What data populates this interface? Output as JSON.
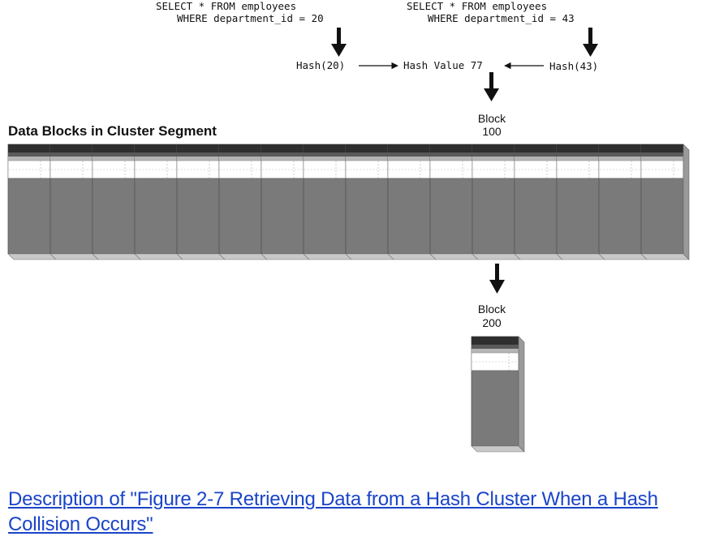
{
  "query_left": {
    "line1": "SELECT * FROM employees",
    "line2": "WHERE department_id = 20"
  },
  "query_right": {
    "line1": "SELECT * FROM employees",
    "line2": "WHERE department_id = 43"
  },
  "hash_left": "Hash(20)",
  "hash_value": "Hash Value 77",
  "hash_right": "Hash(43)",
  "block_100": {
    "label": "Block",
    "number": "100"
  },
  "segment_title": "Data Blocks in Cluster Segment",
  "block_200": {
    "label": "Block",
    "number": "200"
  },
  "segment_block_count": 16,
  "link_text": "Description of \"Figure 2-7 Retrieving Data from a Hash Cluster When a Hash Collision Occurs\"",
  "colors": {
    "link": "#1a44c8",
    "block_header": "#333333",
    "block_body": "#7a7a7a",
    "block_face": "#c8c8c8"
  }
}
